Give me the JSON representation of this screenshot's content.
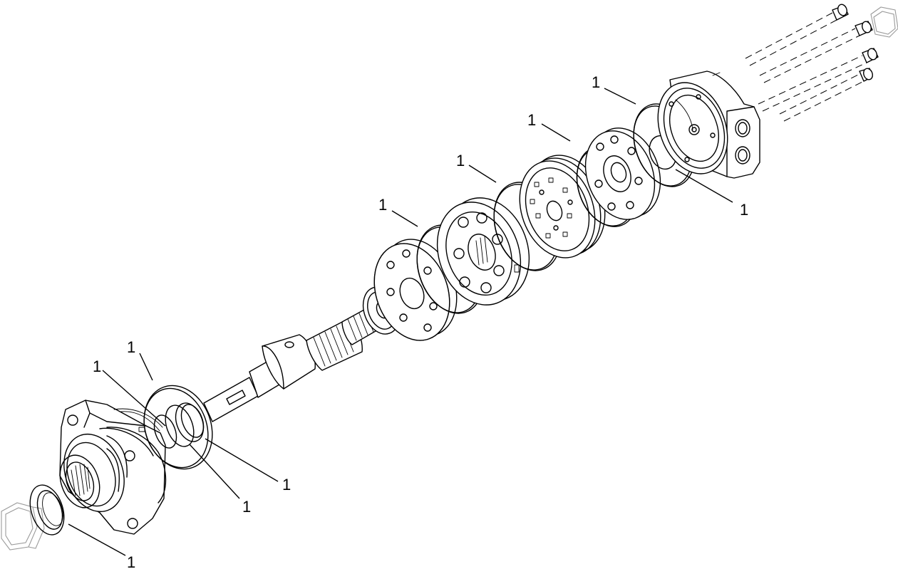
{
  "diagram": {
    "type": "exploded-parts-view",
    "callouts": [
      {
        "label": "1",
        "part": "seal-valve-housing-upper"
      },
      {
        "label": "1",
        "part": "seal-valve-plate"
      },
      {
        "label": "1",
        "part": "seal-manifold"
      },
      {
        "label": "1",
        "part": "seal-geroset"
      },
      {
        "label": "1",
        "part": "seal-valve-housing-inner"
      },
      {
        "label": "1",
        "part": "seal-flange-outer"
      },
      {
        "label": "1",
        "part": "seal-flange-inner"
      },
      {
        "label": "1",
        "part": "backup-ring"
      },
      {
        "label": "1",
        "part": "shaft-seal-ring"
      },
      {
        "label": "1",
        "part": "dust-seal"
      }
    ]
  }
}
